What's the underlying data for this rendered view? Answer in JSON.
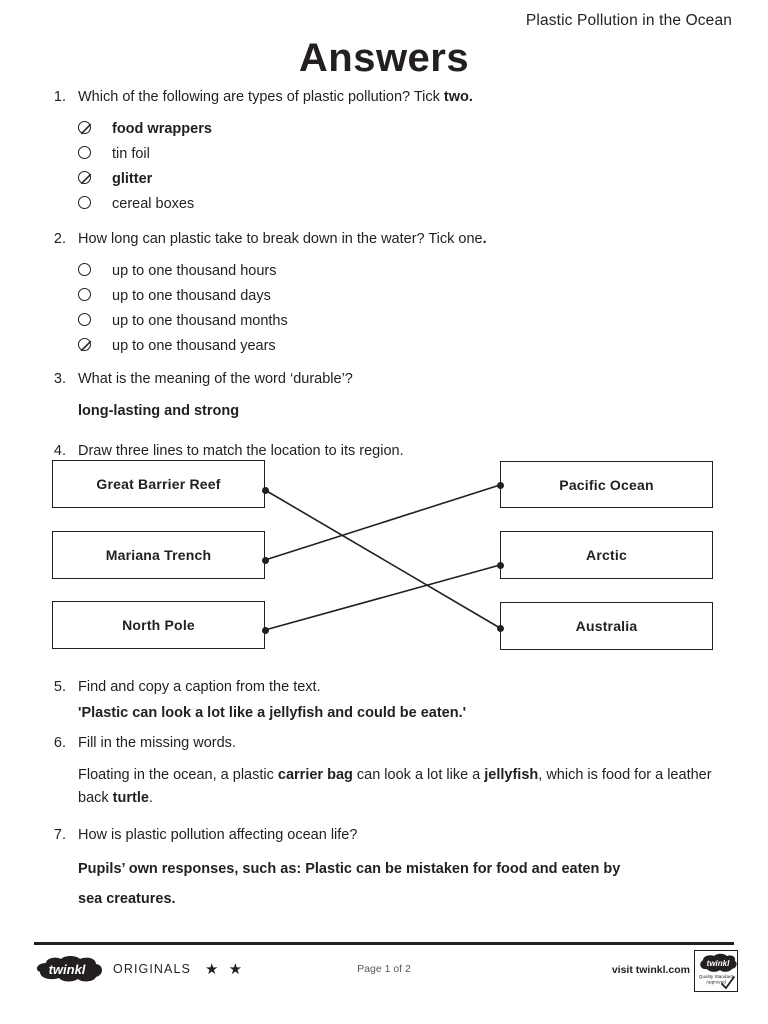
{
  "header": {
    "running_head": "Plastic Pollution in the Ocean",
    "title": "Answers"
  },
  "questions": [
    {
      "number": "1.",
      "prompt_pre": "Which of the following are types of plastic pollution? Tick ",
      "prompt_bold": "two.",
      "options": [
        {
          "label": "food wrappers",
          "checked": true,
          "bold": true
        },
        {
          "label": "tin foil",
          "checked": false,
          "bold": false
        },
        {
          "label": "glitter",
          "checked": true,
          "bold": true
        },
        {
          "label": "cereal boxes",
          "checked": false,
          "bold": false
        }
      ]
    },
    {
      "number": "2.",
      "prompt_pre": "How long can plastic take to break down in the water? Tick one",
      "prompt_bold": ".",
      "options": [
        {
          "label": "up to one thousand hours",
          "checked": false,
          "bold": false
        },
        {
          "label": "up to one thousand days",
          "checked": false,
          "bold": false
        },
        {
          "label": "up to one thousand months",
          "checked": false,
          "bold": false
        },
        {
          "label": "up to one thousand years",
          "checked": true,
          "bold": false
        }
      ]
    },
    {
      "number": "3.",
      "prompt": "What is the meaning of the word ‘durable’?",
      "answer": "long-lasting and strong"
    },
    {
      "number": "4.",
      "prompt": "Draw three lines to match the location to its region."
    },
    {
      "number": "5.",
      "prompt": "Find and copy a caption from the text.",
      "answer": "'Plastic can look a lot like a jellyfish and could be eaten.'"
    },
    {
      "number": "6.",
      "prompt": "Fill in the missing words.",
      "sentence": {
        "p1": "Floating in the ocean, a plastic ",
        "b1": "carrier bag",
        "p2": " can look a lot like a ",
        "b2": "jellyfish",
        "p3": ", which is food for a leather back ",
        "b3": "turtle",
        "p4": "."
      }
    },
    {
      "number": "7.",
      "prompt": "How is plastic pollution affecting ocean life?",
      "answer_line1": "Pupils’ own responses, such as: Plastic can be mistaken for food and eaten by",
      "answer_line2": "sea creatures."
    }
  ],
  "matching": {
    "left": [
      {
        "label": "Great Barrier Reef"
      },
      {
        "label": "Mariana Trench"
      },
      {
        "label": "North Pole"
      }
    ],
    "right": [
      {
        "label": "Pacific Ocean"
      },
      {
        "label": "Arctic"
      },
      {
        "label": "Australia"
      }
    ],
    "connections": [
      {
        "from": "Great Barrier Reef",
        "to": "Australia"
      },
      {
        "from": "Mariana Trench",
        "to": "Pacific Ocean"
      },
      {
        "from": "North Pole",
        "to": "Arctic"
      }
    ]
  },
  "footer": {
    "brand": "twinkl",
    "originals": "ORIGINALS",
    "stars": "★ ★",
    "page_number": "Page 1 of 2",
    "visit": "visit twinkl.com",
    "badge": {
      "brand": "twinkl",
      "line1": "Quality Standard",
      "line2": "Approved"
    }
  },
  "colors": {
    "ink": "#231f20",
    "muted": "#58595b"
  }
}
